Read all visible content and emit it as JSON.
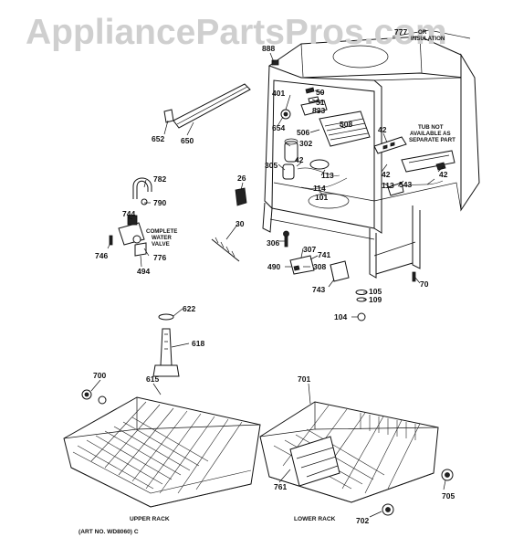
{
  "watermark": "AppliancePartsPros.com",
  "header_label": {
    "number": "777",
    "text_line1": "OR",
    "text_line2": "INSULATION"
  },
  "notes": {
    "tub": [
      "TUB NOT",
      "AVAILABLE AS",
      "SEPARATE PART"
    ],
    "valve": [
      "COMPLETE",
      "WATER",
      "VALVE"
    ]
  },
  "captions": {
    "upper_rack": "UPPER RACK",
    "lower_rack": "LOWER RACK",
    "art_no": "(ART NO. WD8060) C"
  },
  "part_labels": [
    {
      "id": "p888",
      "text": "888"
    },
    {
      "id": "p652",
      "text": "652"
    },
    {
      "id": "p650",
      "text": "650"
    },
    {
      "id": "p401",
      "text": "401"
    },
    {
      "id": "p50",
      "text": "50"
    },
    {
      "id": "p51",
      "text": "51"
    },
    {
      "id": "p833",
      "text": "833"
    },
    {
      "id": "p654",
      "text": "654"
    },
    {
      "id": "p506",
      "text": "506"
    },
    {
      "id": "p508",
      "text": "508"
    },
    {
      "id": "p302",
      "text": "302"
    },
    {
      "id": "p42a",
      "text": "42"
    },
    {
      "id": "p42b",
      "text": "42"
    },
    {
      "id": "p42c",
      "text": "42"
    },
    {
      "id": "p42d",
      "text": "42"
    },
    {
      "id": "p305",
      "text": "305"
    },
    {
      "id": "p113a",
      "text": "113"
    },
    {
      "id": "p113b",
      "text": "113"
    },
    {
      "id": "p114",
      "text": "114"
    },
    {
      "id": "p101",
      "text": "101"
    },
    {
      "id": "p543",
      "text": "543"
    },
    {
      "id": "p782",
      "text": "782"
    },
    {
      "id": "p790",
      "text": "790"
    },
    {
      "id": "p744",
      "text": "744"
    },
    {
      "id": "p746",
      "text": "746"
    },
    {
      "id": "p776",
      "text": "776"
    },
    {
      "id": "p494",
      "text": "494"
    },
    {
      "id": "p26",
      "text": "26"
    },
    {
      "id": "p30",
      "text": "30"
    },
    {
      "id": "p306",
      "text": "306"
    },
    {
      "id": "p307",
      "text": "307"
    },
    {
      "id": "p741",
      "text": "741"
    },
    {
      "id": "p490",
      "text": "490"
    },
    {
      "id": "p308",
      "text": "308"
    },
    {
      "id": "p743",
      "text": "743"
    },
    {
      "id": "p70",
      "text": "70"
    },
    {
      "id": "p105",
      "text": "105"
    },
    {
      "id": "p109",
      "text": "109"
    },
    {
      "id": "p104",
      "text": "104"
    },
    {
      "id": "p622",
      "text": "622"
    },
    {
      "id": "p618",
      "text": "618"
    },
    {
      "id": "p700",
      "text": "700"
    },
    {
      "id": "p615",
      "text": "615"
    },
    {
      "id": "p701",
      "text": "701"
    },
    {
      "id": "p761",
      "text": "761"
    },
    {
      "id": "p705",
      "text": "705"
    },
    {
      "id": "p702",
      "text": "702"
    }
  ]
}
